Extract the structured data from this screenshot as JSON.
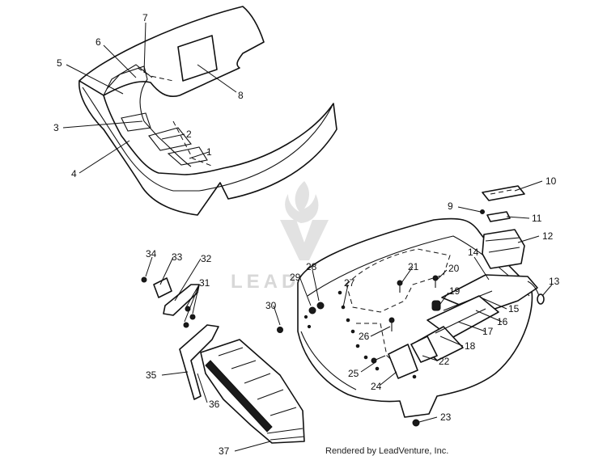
{
  "diagram": {
    "part_numbers": [
      "1",
      "2",
      "3",
      "4",
      "5",
      "6",
      "7",
      "8",
      "9",
      "10",
      "11",
      "12",
      "13",
      "14",
      "15",
      "16",
      "17",
      "18",
      "19",
      "20",
      "21",
      "22",
      "23",
      "24",
      "25",
      "26",
      "27",
      "28",
      "29",
      "30",
      "31",
      "32",
      "33",
      "34",
      "35",
      "36",
      "37"
    ]
  },
  "watermark": {
    "text": "LEADVENTURE"
  },
  "footer": {
    "credit": "Rendered by LeadVenture, Inc."
  }
}
